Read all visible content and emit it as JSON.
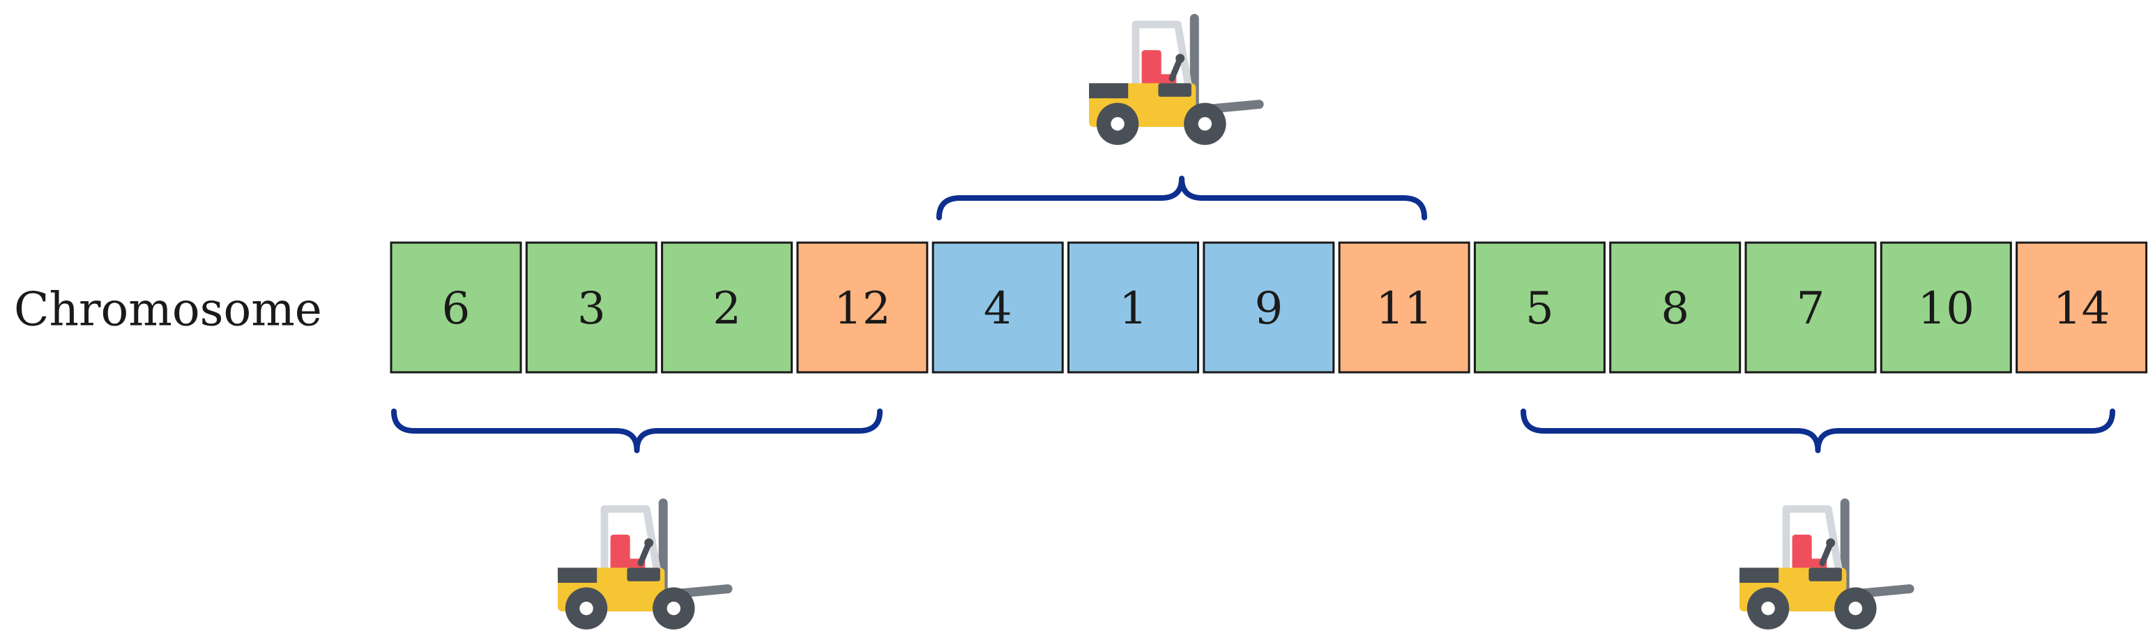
{
  "label": "Chromosome",
  "genes": [
    {
      "value": "6",
      "color": "#96d38a"
    },
    {
      "value": "3",
      "color": "#96d38a"
    },
    {
      "value": "2",
      "color": "#96d38a"
    },
    {
      "value": "12",
      "color": "#ffb581"
    },
    {
      "value": "4",
      "color": "#8ec5e6"
    },
    {
      "value": "1",
      "color": "#8ec5e6"
    },
    {
      "value": "9",
      "color": "#8ec5e6"
    },
    {
      "value": "11",
      "color": "#ffb581"
    },
    {
      "value": "5",
      "color": "#96d38a"
    },
    {
      "value": "8",
      "color": "#96d38a"
    },
    {
      "value": "7",
      "color": "#96d38a"
    },
    {
      "value": "10",
      "color": "#96d38a"
    },
    {
      "value": "14",
      "color": "#ffb581"
    }
  ],
  "vehicle_groups": [
    {
      "icon": "forklift-icon",
      "genes": [
        "6",
        "3",
        "2",
        "12"
      ]
    },
    {
      "icon": "forklift-icon",
      "genes": [
        "4",
        "1",
        "9",
        "11"
      ]
    },
    {
      "icon": "forklift-icon",
      "genes": [
        "5",
        "8",
        "7",
        "10",
        "14"
      ]
    }
  ],
  "colors": {
    "brace": "#0d2f8f",
    "cell_border": "#1a1a1a",
    "forklift_body": "#f5c533",
    "forklift_seat": "#ef4f5d",
    "forklift_dark": "#4a5057",
    "forklift_mast": "#c9cdd2",
    "forklift_fork": "#737a82"
  }
}
